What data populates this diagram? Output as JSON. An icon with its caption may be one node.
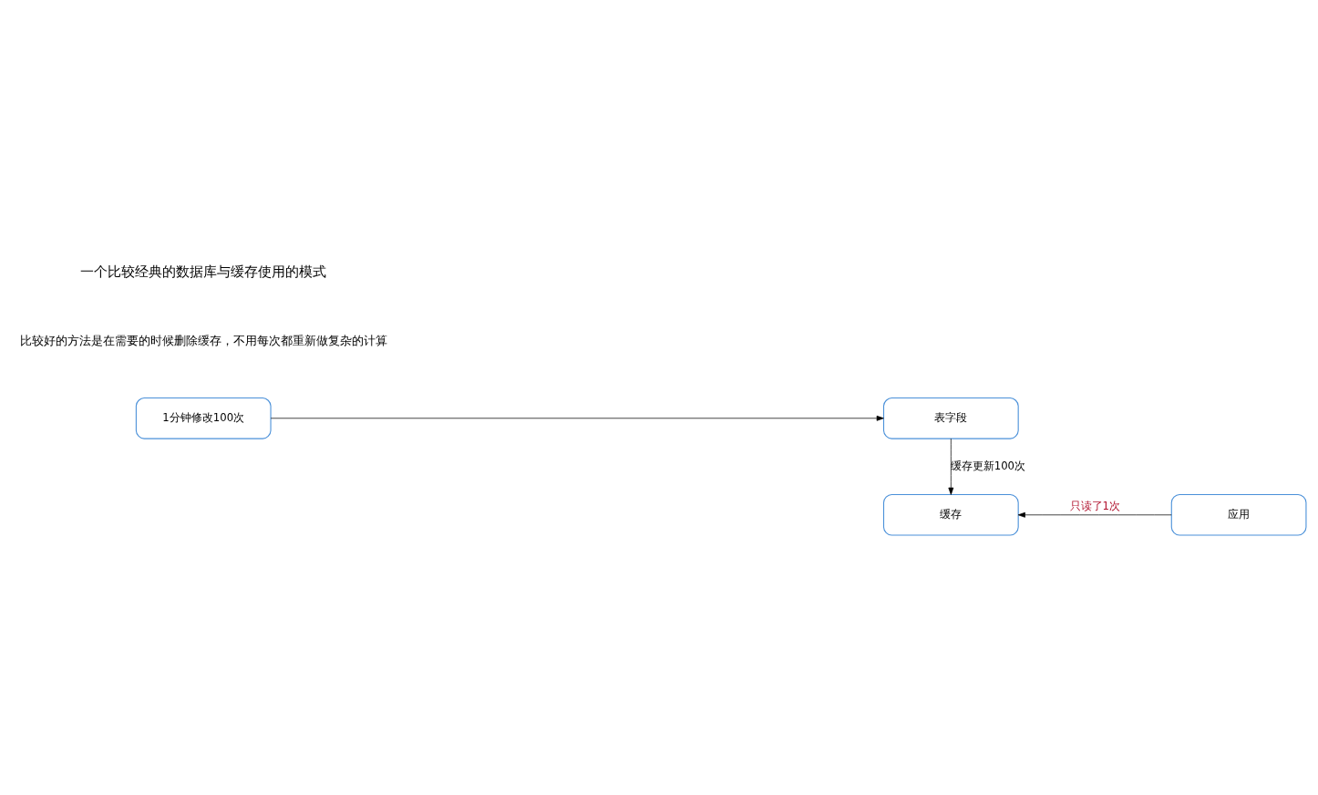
{
  "diagram": {
    "nodes": [
      {
        "text": [
          "1分钟修改100次"
        ]
      },
      {
        "text": [
          "表字段"
        ]
      },
      {
        "text": [
          "缓存"
        ]
      },
      {
        "text": [
          "应用"
        ]
      }
    ],
    "edges": [
      {
        "from": 0,
        "to": 1,
        "arrow": "to"
      },
      {
        "from": 1,
        "to": 2,
        "arrow": "to",
        "label": "缓存更新100次"
      },
      {
        "from": 3,
        "to": 2,
        "arrow": "to",
        "label": "只读了1次"
      }
    ],
    "labels": [
      "一个比较经典的数据库与缓存使用的模式",
      "比较好的方法是在需要的时候删除缓存，不用每次都重新做复杂的计算"
    ]
  }
}
